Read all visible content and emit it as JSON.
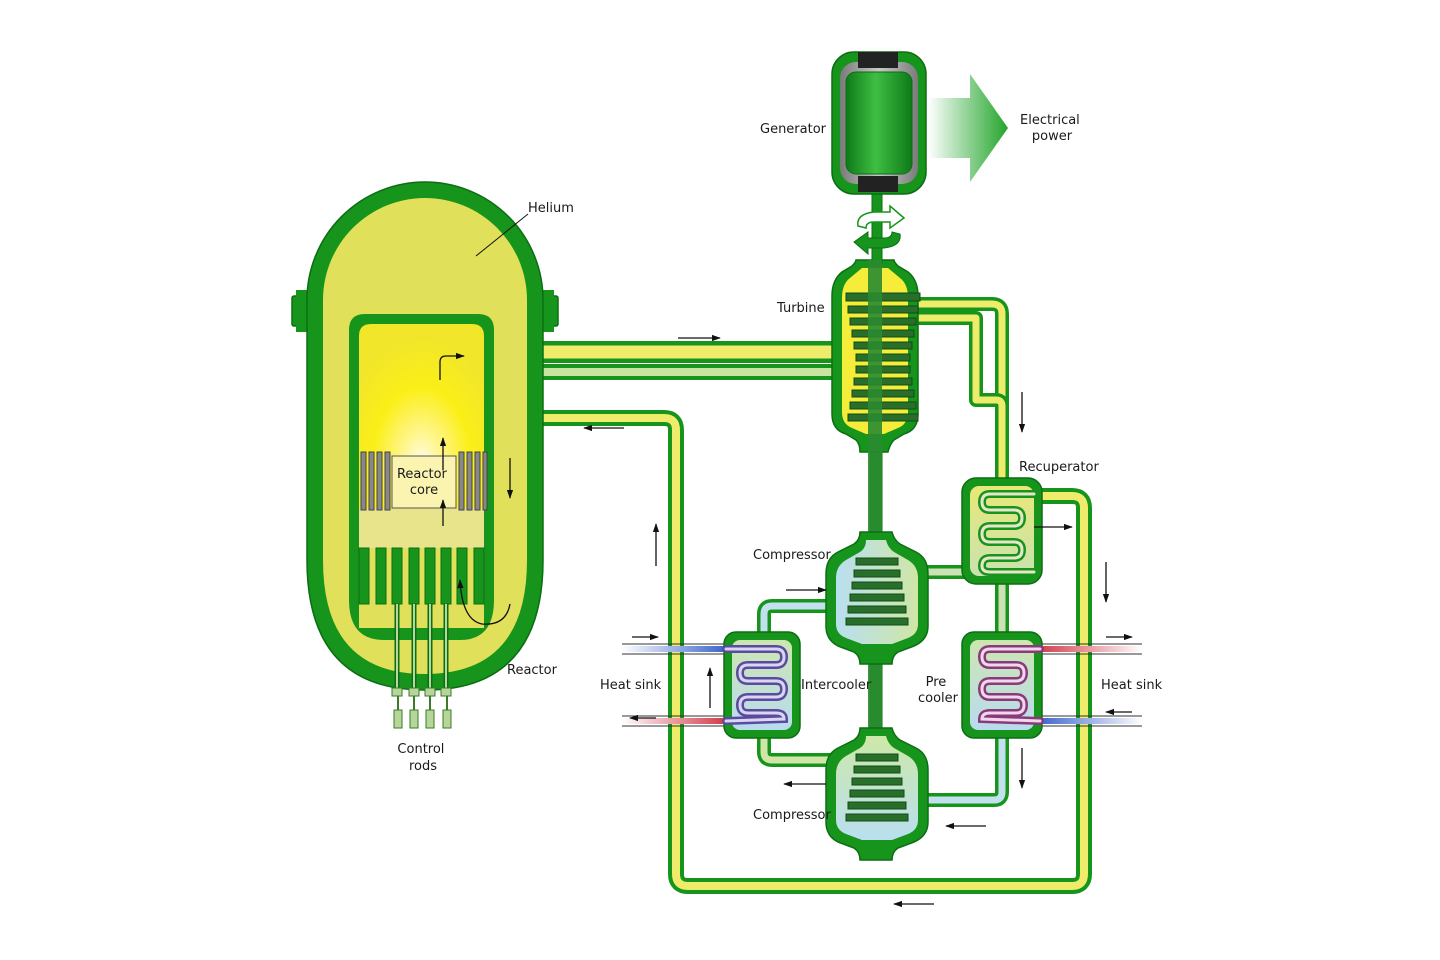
{
  "labels": {
    "generator": "Generator",
    "electrical_power": [
      "Electrical",
      "power"
    ],
    "helium": "Helium",
    "turbine": "Turbine",
    "recuperator": "Recuperator",
    "compressor_upper": "Compressor",
    "compressor_lower": "Compressor",
    "intercooler": "Intercooler",
    "precooler": [
      "Pre",
      "cooler"
    ],
    "heat_sink_left": "Heat sink",
    "heat_sink_right": "Heat sink",
    "reactor": "Reactor",
    "reactor_core": [
      "Reactor",
      "core"
    ],
    "control_rods": [
      "Control",
      "rods"
    ]
  },
  "colors": {
    "vessel_wall": "#17941c",
    "wall_dark": "#0b6e13",
    "helium_fill": "#e1e05a",
    "core_glow": "#fff000",
    "hot_pipe": "#eeec6a",
    "cold_pipe": "#c3e0ef",
    "blade": "#2a6e2c",
    "hot_water": "#cc3344",
    "cold_water": "#3366cc",
    "arrow": "#111111"
  }
}
